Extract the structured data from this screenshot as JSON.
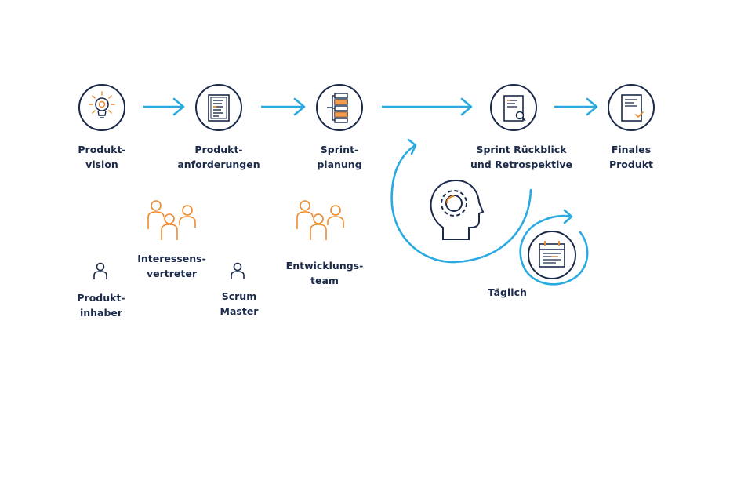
{
  "colors": {
    "navy": "#1b2a4a",
    "blue": "#29aae1",
    "orange": "#ee8a2e"
  },
  "steps": [
    {
      "lines": [
        "Produkt-",
        "vision"
      ],
      "icon": "lightbulb-icon"
    },
    {
      "lines": [
        "Produkt-",
        "anforderungen"
      ],
      "icon": "document-list-icon"
    },
    {
      "lines": [
        "Sprint-",
        "planung"
      ],
      "icon": "backlog-tree-icon"
    },
    {
      "lines": [
        "Sprint Rückblick",
        "und Retrospektive"
      ],
      "icon": "document-search-icon"
    },
    {
      "lines": [
        "Finales",
        "Produkt"
      ],
      "icon": "document-check-icon"
    }
  ],
  "roles": [
    {
      "lines": [
        "Produkt-",
        "inhaber"
      ],
      "icon": "person-icon"
    },
    {
      "lines": [
        "Interessens-",
        "vertreter"
      ],
      "icon": "group-icon"
    },
    {
      "lines": [
        "Scrum",
        "Master"
      ],
      "icon": "person-icon"
    },
    {
      "lines": [
        "Entwicklungs-",
        "team"
      ],
      "icon": "group-icon"
    }
  ],
  "daily": {
    "label": "Täglich",
    "icon": "calendar-icon"
  },
  "sprint_icon": "head-gear-icon"
}
